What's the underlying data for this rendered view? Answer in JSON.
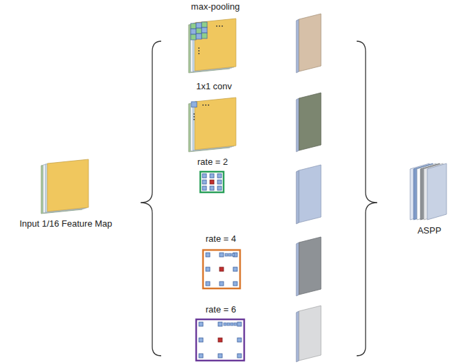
{
  "diagram": {
    "nodes": [
      {
        "text": [
          "Input 1/16 Feature Map"
        ]
      },
      {
        "text": [
          "max-pooling"
        ]
      },
      {
        "text": [
          "1x1 conv"
        ]
      },
      {
        "text": [
          "rate = 2"
        ]
      },
      {
        "text": [
          "rate = 4"
        ]
      },
      {
        "text": [
          "rate = 6"
        ]
      },
      {
        "text": [
          "ASPP"
        ]
      }
    ]
  }
}
